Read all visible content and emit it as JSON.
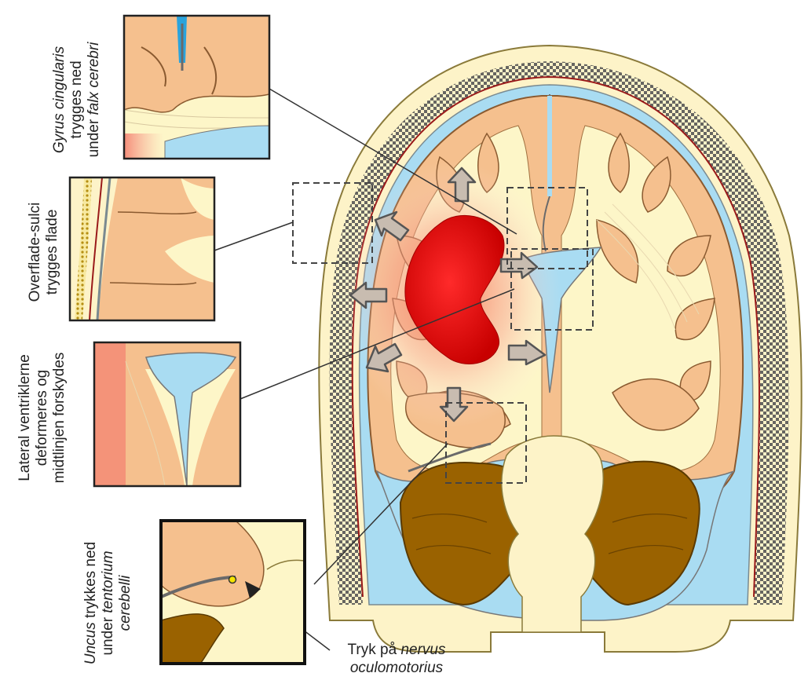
{
  "labels": {
    "gyrus_a": "Gyrus cingularis",
    "gyrus_b": "trygges ned",
    "gyrus_c": "under",
    "gyrus_d": "falx cerebri",
    "sulci_a": "Overflade-sulci",
    "sulci_b": "trygges flade",
    "vent_a": "Lateral ventriklerne",
    "vent_b": "deformeres og",
    "vent_c": "midtlinjen forskydes",
    "uncus_a": "Uncus",
    "uncus_b": "trykkes ned",
    "uncus_c": "under",
    "uncus_d": "tentorium",
    "uncus_e": "cerebelli",
    "nerve_a": "Tryk på",
    "nerve_b": "nervus",
    "nerve_c": "oculomotorius"
  },
  "colors": {
    "skull": "#fdf3c8",
    "skull_outline": "#8a7a3a",
    "cortex": "#f5c08e",
    "white_matter": "#fdf6c8",
    "csf": "#a9dcf2",
    "csf_dark": "#2aa3dc",
    "cerebellum": "#9a6200",
    "tumor": "#e01010",
    "arrow": "#c8bcb0",
    "arrow_outline": "#555555"
  }
}
